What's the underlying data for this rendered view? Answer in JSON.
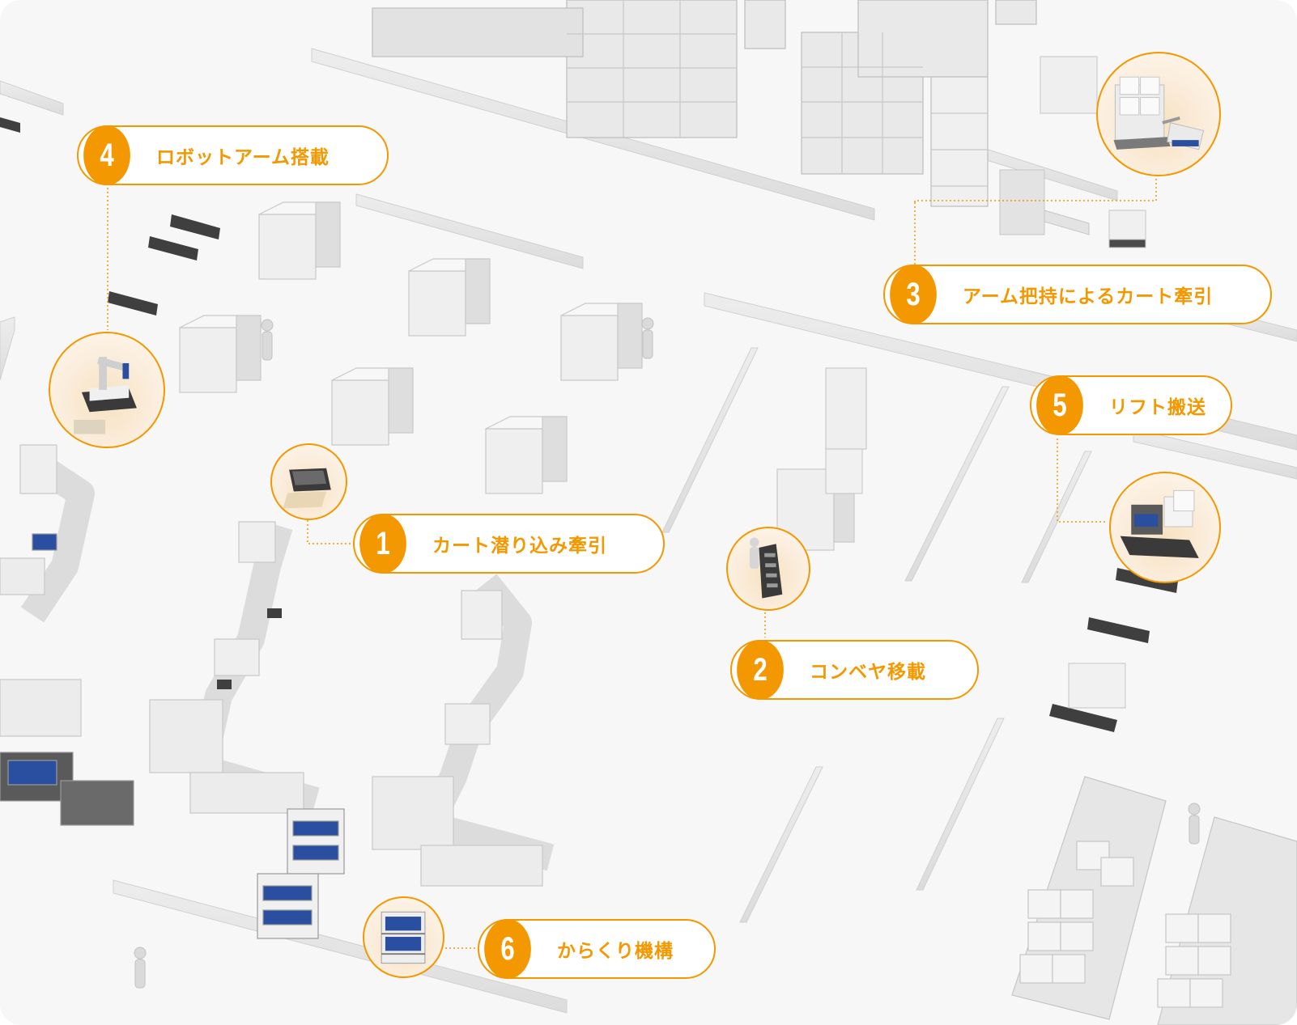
{
  "theme": {
    "accent": "#f39800",
    "lens_fill": "#f7e2c0",
    "floor": "#f7f7f7",
    "machine": "#e6e6e6",
    "cart_blue": "#2b4fa0"
  },
  "callouts": [
    {
      "number": "1",
      "label": "カート潜り込み牽引",
      "icon": "cart-under-tow-icon"
    },
    {
      "number": "2",
      "label": "コンベヤ移載",
      "icon": "conveyor-transfer-icon"
    },
    {
      "number": "3",
      "label": "アーム把持によるカート牽引",
      "icon": "arm-grip-cart-tow-icon"
    },
    {
      "number": "4",
      "label": "ロボットアーム搭載",
      "icon": "robot-arm-icon"
    },
    {
      "number": "5",
      "label": "リフト搬送",
      "icon": "lift-transport-icon"
    },
    {
      "number": "6",
      "label": "からくり機構",
      "icon": "karakuri-mechanism-icon"
    }
  ]
}
